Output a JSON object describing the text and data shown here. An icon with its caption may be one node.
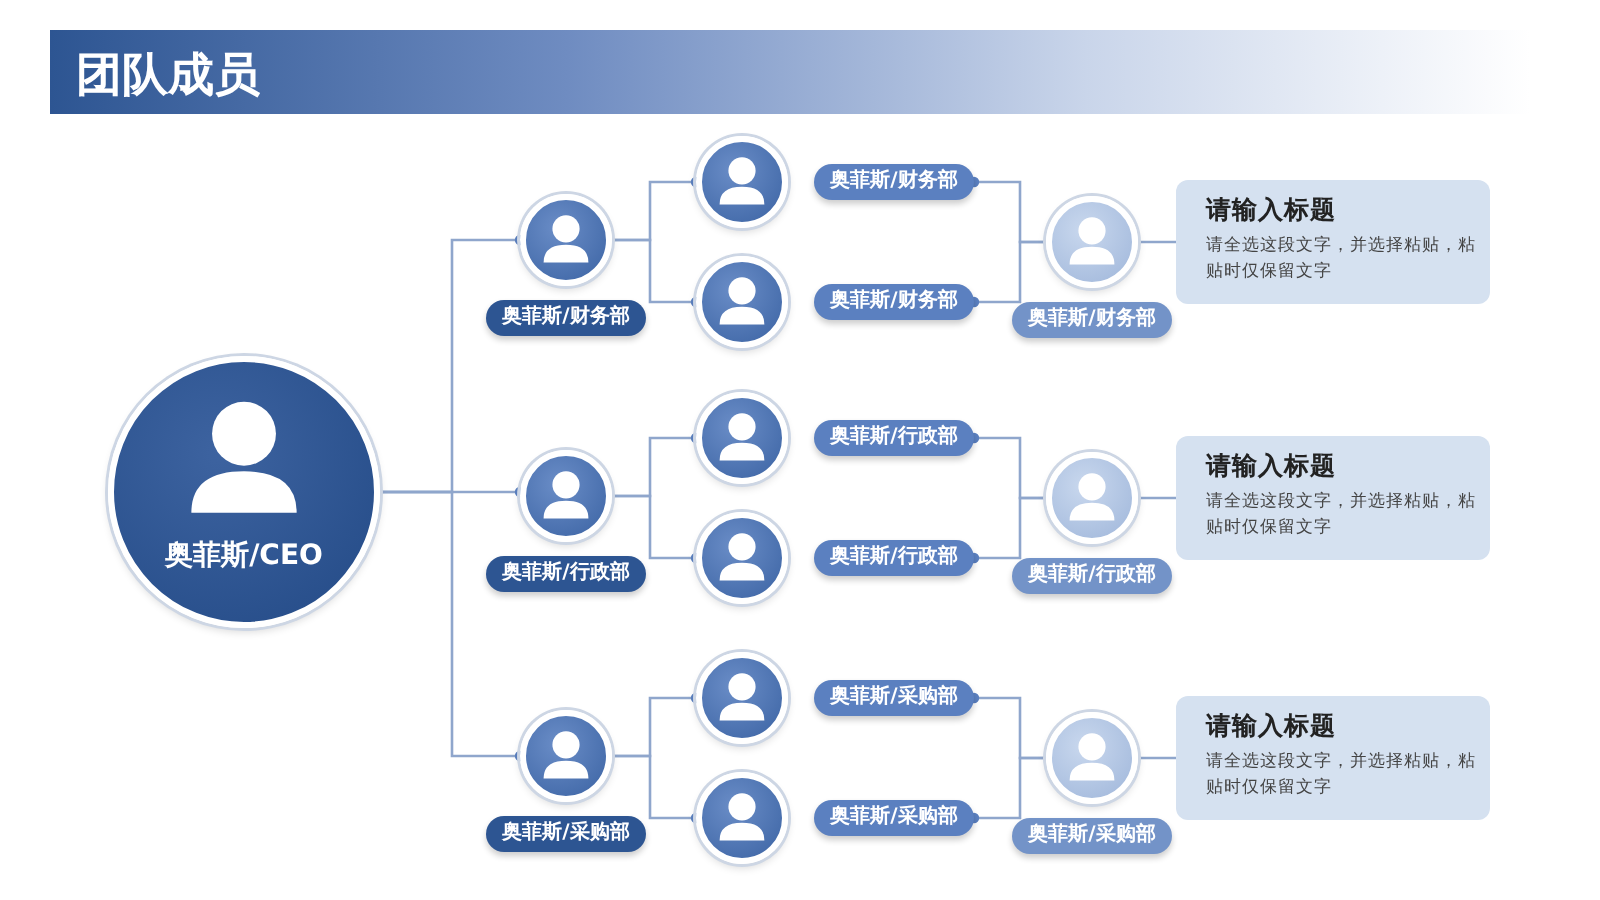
{
  "diagram": {
    "title": "团队成员",
    "nodes": [
      {
        "text": [
          "奥菲斯/CEO"
        ]
      },
      {
        "text": [
          "奥菲斯/财务部"
        ]
      },
      {
        "text": [
          "奥菲斯/财务部"
        ]
      },
      {
        "text": [
          "奥菲斯/财务部"
        ]
      },
      {
        "text": [
          "奥菲斯/财务部"
        ]
      },
      {
        "text": [
          "请输入标题",
          "请全选这段文字，并选择粘贴，粘贴时仅保留文字"
        ]
      },
      {
        "text": [
          "奥菲斯/行政部"
        ]
      },
      {
        "text": [
          "奥菲斯/行政部"
        ]
      },
      {
        "text": [
          "奥菲斯/行政部"
        ]
      },
      {
        "text": [
          "奥菲斯/行政部"
        ]
      },
      {
        "text": [
          "请输入标题",
          "请全选这段文字，并选择粘贴，粘贴时仅保留文字"
        ]
      },
      {
        "text": [
          "奥菲斯/采购部"
        ]
      },
      {
        "text": [
          "奥菲斯/采购部"
        ]
      },
      {
        "text": [
          "奥菲斯/采购部"
        ]
      },
      {
        "text": [
          "奥菲斯/采购部"
        ]
      },
      {
        "text": [
          "请输入标题",
          "请全选这段文字，并选择粘贴，粘贴时仅保留文字"
        ]
      }
    ],
    "edges": [
      {
        "from": 0,
        "to": 1,
        "arrow": "other"
      },
      {
        "from": 1,
        "to": 2,
        "arrow": "other"
      },
      {
        "from": 1,
        "to": 3,
        "arrow": "other"
      },
      {
        "from": 4,
        "to": 2,
        "arrow": "other"
      },
      {
        "from": 4,
        "to": 3,
        "arrow": "other"
      },
      {
        "from": 4,
        "to": 5,
        "arrow": "none"
      },
      {
        "from": 0,
        "to": 6,
        "arrow": "other"
      },
      {
        "from": 6,
        "to": 7,
        "arrow": "other"
      },
      {
        "from": 6,
        "to": 8,
        "arrow": "other"
      },
      {
        "from": 9,
        "to": 7,
        "arrow": "other"
      },
      {
        "from": 9,
        "to": 8,
        "arrow": "other"
      },
      {
        "from": 9,
        "to": 10,
        "arrow": "none"
      },
      {
        "from": 0,
        "to": 11,
        "arrow": "other"
      },
      {
        "from": 11,
        "to": 12,
        "arrow": "other"
      },
      {
        "from": 11,
        "to": 13,
        "arrow": "other"
      },
      {
        "from": 14,
        "to": 12,
        "arrow": "other"
      },
      {
        "from": 14,
        "to": 13,
        "arrow": "other"
      },
      {
        "from": 14,
        "to": 15,
        "arrow": "none"
      }
    ]
  }
}
